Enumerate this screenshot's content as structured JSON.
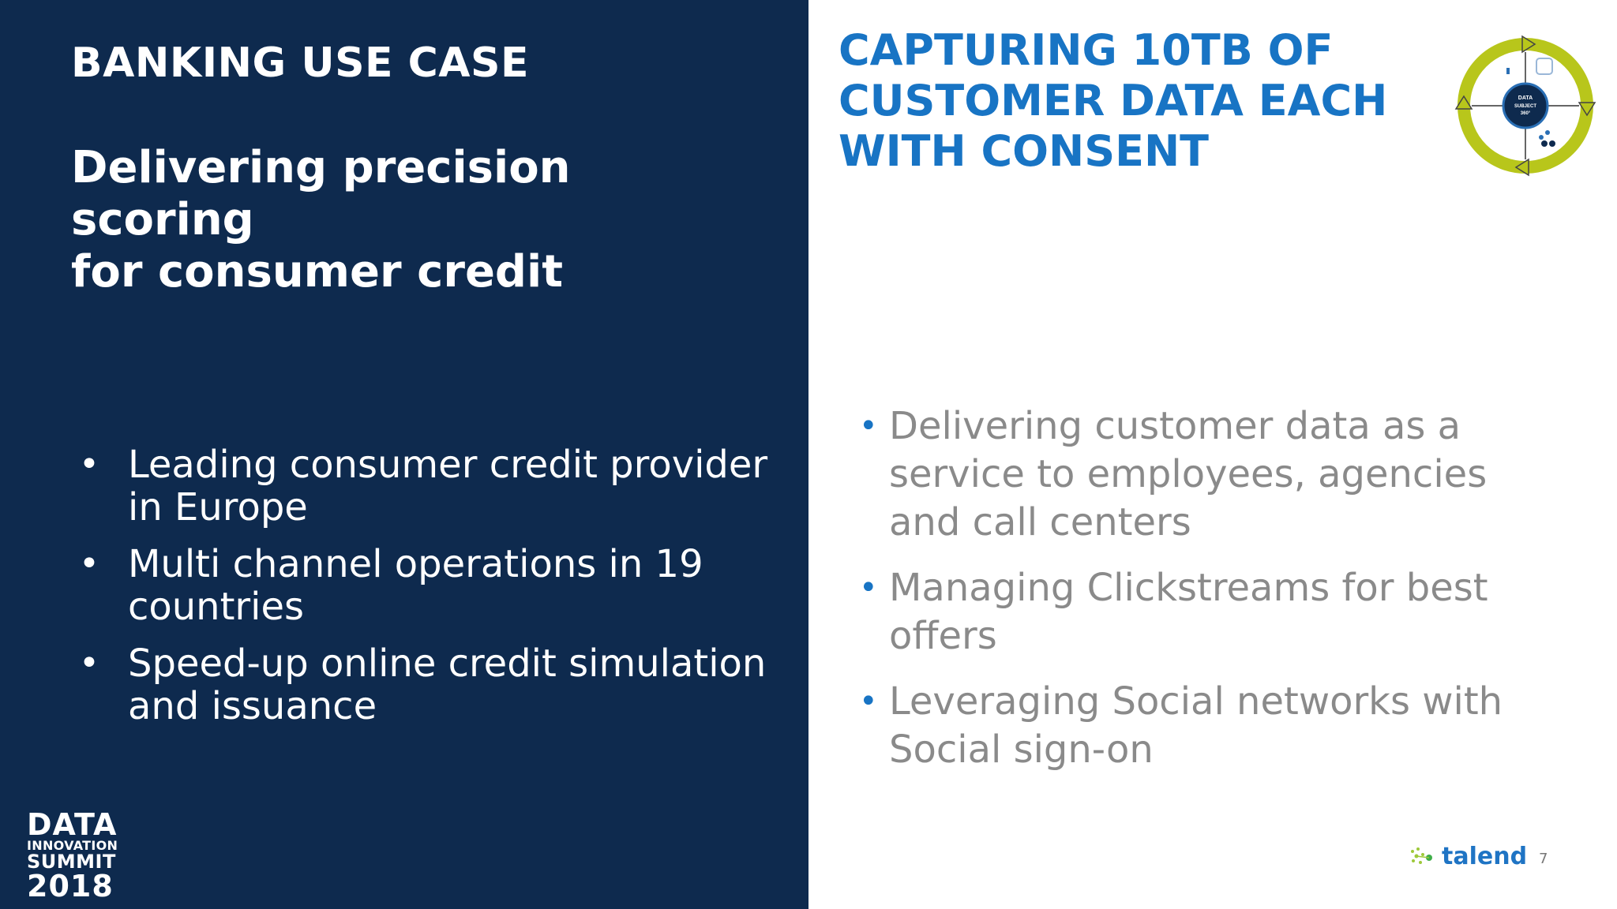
{
  "left": {
    "section_label": "BANKING USE CASE",
    "subtitle_line1": "Delivering precision scoring",
    "subtitle_line2": "for consumer credit",
    "bullets": [
      "Leading consumer credit provider in Europe",
      "Multi channel operations in 19 countries",
      "Speed-up online credit simulation and issuance"
    ],
    "logo": {
      "line1": "DATA",
      "line2": "INNOVATION",
      "line3": "SUMMIT",
      "line4": "2018"
    }
  },
  "right": {
    "title_line1": "CAPTURING 10TB OF",
    "title_line2": "CUSTOMER DATA EACH",
    "title_line3": "WITH CONSENT",
    "graphic": {
      "center_line1": "DATA",
      "center_line2": "SUBJECT",
      "center_line3": "360°"
    },
    "bullets": [
      "Delivering customer data as a service to employees, agencies and call centers",
      "Managing Clickstreams for best offers",
      "Leveraging Social networks with Social sign-on"
    ],
    "brand": "talend",
    "page_number": "7"
  },
  "colors": {
    "left_background": "#0e2a4e",
    "title_blue": "#1874c4",
    "body_gray": "#8a8a8a",
    "cycle_yellow": "#b8c61b"
  },
  "icons": {
    "bullet": "•",
    "cycle": "data-subject-cycle-icon",
    "brand": "talend-dots-icon"
  }
}
